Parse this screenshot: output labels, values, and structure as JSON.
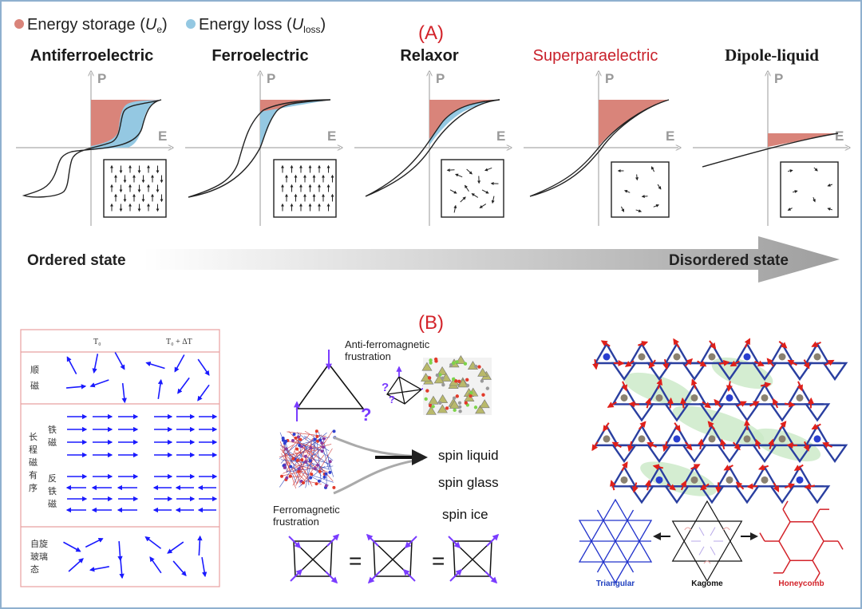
{
  "legend": {
    "storage_prefix": "Energy storage (",
    "storage_var": "U",
    "storage_sub": "e",
    "storage_suffix": ")",
    "loss_prefix": "Energy loss (",
    "loss_var": "U",
    "loss_sub": "loss",
    "loss_suffix": ")",
    "storage_color": "#d9847a",
    "loss_color": "#94c8e2"
  },
  "panel_a": {
    "label": "(A)",
    "panels": [
      {
        "title": "Antiferroelectric",
        "axis_p": "P",
        "axis_e": "E"
      },
      {
        "title": "Ferroelectric",
        "axis_p": "P",
        "axis_e": "E"
      },
      {
        "title": "Relaxor",
        "axis_p": "P",
        "axis_e": "E"
      },
      {
        "title": "Superparaelectric",
        "axis_p": "P",
        "axis_e": "E"
      },
      {
        "title": "Dipole-liquid",
        "axis_p": "P",
        "axis_e": "E"
      }
    ],
    "arrow_left": "Ordered state",
    "arrow_right": "Disordered state"
  },
  "panel_b": {
    "label": "(B)",
    "table": {
      "col1": "T₀",
      "col2": "T₀ + ΔT",
      "row1": "顺磁",
      "row2_outer": "长程磁有序",
      "row2_inner_top": "铁磁",
      "row2_inner_bottom": "反铁磁",
      "row3": "自旋玻璃态"
    },
    "afm_title_1": "Anti-ferromagnetic",
    "afm_title_2": "frustration",
    "fm_title_1": "Ferromagnetic",
    "fm_title_2": "frustration",
    "states": [
      "spin liquid",
      "spin glass",
      "spin ice"
    ],
    "lattices": [
      "Triangular",
      "Kagome",
      "Honeycomb"
    ],
    "equals": "="
  },
  "colors": {
    "accent_red": "#d3232a",
    "arrow_blue": "#1a1aff",
    "kagome_blue": "#2a3fa0"
  }
}
